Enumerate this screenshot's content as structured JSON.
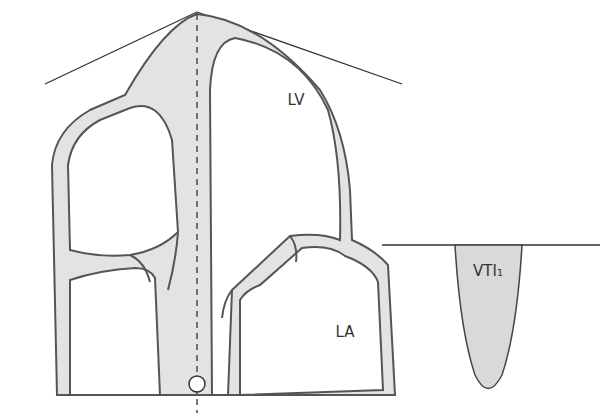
{
  "diagram": {
    "labels": [
      "LV",
      "LA",
      "VTI₁"
    ]
  }
}
